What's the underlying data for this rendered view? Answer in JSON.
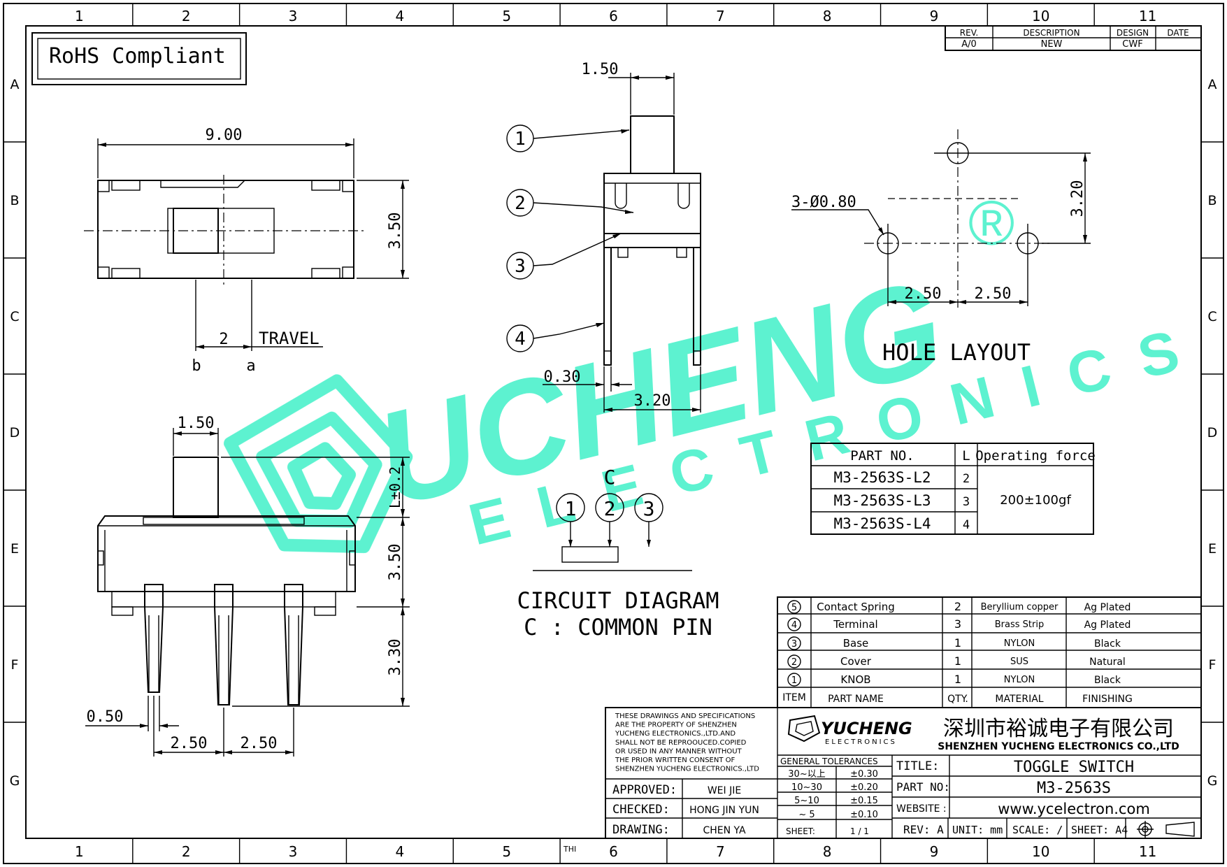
{
  "border": {
    "cols": [
      "1",
      "2",
      "3",
      "4",
      "5",
      "6",
      "7",
      "8",
      "9",
      "10",
      "11"
    ],
    "rows": [
      "A",
      "B",
      "C",
      "D",
      "E",
      "F",
      "G"
    ]
  },
  "badge": "RoHS Compliant",
  "revision": {
    "headers": [
      "REV.",
      "DESCRIPTION",
      "DESIGN",
      "DATE"
    ],
    "row": [
      "A/0",
      "NEW",
      "CWF",
      ""
    ]
  },
  "dims": {
    "width_top": "9.00",
    "height_top": "3.50",
    "travel_value": "2",
    "travel_label": "TRAVEL",
    "pos_b": "b",
    "pos_a": "a",
    "knob_width_side": "1.50",
    "knob_L": "L±0.2",
    "body_h": "3.50",
    "pin_h": "3.30",
    "pin_w": "0.50",
    "pitch1": "2.50",
    "pitch2": "2.50",
    "front_knob": "1.50",
    "front_pin": "0.30",
    "front_w": "3.20",
    "hole_dia": "3-Ø0.80",
    "hole_h": "3.20",
    "hole_p1": "2.50",
    "hole_p2": "2.50",
    "hole_title": "HOLE LAYOUT",
    "callouts": [
      "1",
      "2",
      "3",
      "4"
    ]
  },
  "circuit": {
    "common": "C",
    "pins": [
      "1",
      "2",
      "3"
    ],
    "title": "CIRCUIT DIAGRAM",
    "note": "C : COMMON PIN"
  },
  "parts_table": {
    "headers": [
      "PART NO.",
      "L",
      "Operating force"
    ],
    "rows": [
      [
        "M3-2563S-L2",
        "2"
      ],
      [
        "M3-2563S-L3",
        "3"
      ],
      [
        "M3-2563S-L4",
        "4"
      ]
    ],
    "force": "200±100gf"
  },
  "bom": {
    "rows": [
      [
        "5",
        "Contact Spring",
        "2",
        "Beryllium copper",
        "Ag Plated"
      ],
      [
        "4",
        "Terminal",
        "3",
        "Brass Strip",
        "Ag Plated"
      ],
      [
        "3",
        "Base",
        "1",
        "NYLON",
        "Black"
      ],
      [
        "2",
        "Cover",
        "1",
        "SUS",
        "Natural"
      ],
      [
        "1",
        "KNOB",
        "1",
        "NYLON",
        "Black"
      ]
    ],
    "header": [
      "ITEM",
      "PART NAME",
      "QTY.",
      "MATERIAL",
      "FINISHING"
    ]
  },
  "title_block": {
    "notice": [
      "THESE DRAWINGS AND SPECIFICATIONS",
      "ARE THE PROPERTY OF SHENZHEN",
      "YUCHENG ELECTRONICS.,LTD.AND",
      "SHALL NOT BE REPROOUCED.COPIED",
      "OR USED IN ANY MANNER WITHOUT",
      "THE PRIOR WRITTEN CONSENT OF",
      "SHENZHEN YUCHENG ELECTRONICS.,LTD"
    ],
    "logo": "YUCHENG",
    "logo_sub": "ELECTRONICS",
    "company_cn": "深圳市裕诚电子有限公司",
    "company_en": "SHENZHEN YUCHENG ELECTRONICS CO.,LTD",
    "approved_label": "APPROVED:",
    "approved": "WEI JIE",
    "checked_label": "CHECKED:",
    "checked": "HONG JIN YUN",
    "drawing_label": "DRAWING:",
    "drawing": "CHEN YA",
    "tol_title": "GENERAL TOLERANCES",
    "tol": [
      [
        "30~以上",
        "±0.30"
      ],
      [
        "10~30",
        "±0.20"
      ],
      [
        "5~10",
        "±0.15"
      ],
      [
        "~ 5",
        "±0.10"
      ]
    ],
    "sheet_label": "SHEET:",
    "sheet": "1 / 1",
    "title_label": "TITLE:",
    "title": "TOGGLE SWITCH",
    "partno_label": "PART NO:",
    "partno": "M3-2563S",
    "website_label": "WEBSITE :",
    "website": "www.ycelectron.com",
    "rev": "REV: A",
    "unit": "UNIT: mm",
    "scale": "SCALE: /",
    "sheet_size": "SHEET: A4",
    "thi": "THI"
  },
  "watermark": {
    "main": "UCHENG",
    "sub": "ELECTRONICS",
    "reg": "®"
  },
  "colors": {
    "watermark": "#40f0c8",
    "ink": "#000000"
  }
}
